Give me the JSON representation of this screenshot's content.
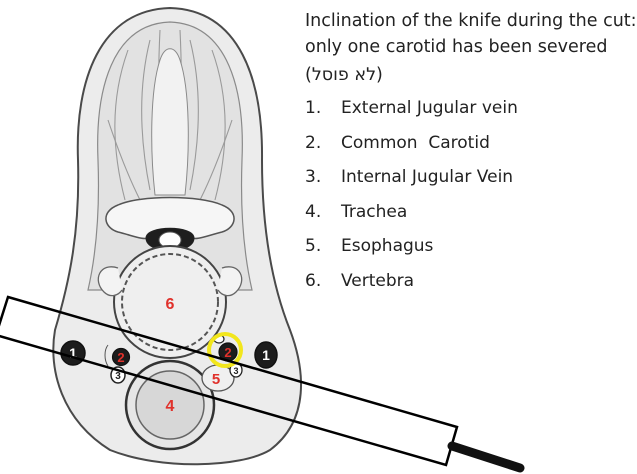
{
  "caption": {
    "line1": "Inclination of the knife during the cut:",
    "line2": "only one carotid has been severed",
    "hebrew": "(לא פוסל)"
  },
  "legend": [
    {
      "num": "1.",
      "label": "External Jugular vein"
    },
    {
      "num": "2.",
      "label": "Common  Carotid"
    },
    {
      "num": "3.",
      "label": "Internal Jugular Vein"
    },
    {
      "num": "4.",
      "label": "Trachea"
    },
    {
      "num": "5.",
      "label": "Esophagus"
    },
    {
      "num": "6.",
      "label": "Vertebra"
    }
  ],
  "diagram": {
    "markers": {
      "vertebra": "6",
      "trachea": "4",
      "esophagus": "5",
      "ext_jugular_left": "1",
      "ext_jugular_right": "1",
      "carotid_left": "2",
      "carotid_right": "2",
      "int_jugular_left": "3",
      "int_jugular_right": "3"
    },
    "colors": {
      "label_red": "#e0312b",
      "highlight": "#f2e61c",
      "knife_outline": "#000000",
      "tissue": "#e9e9e9",
      "bone": "#f6f6f6"
    }
  }
}
